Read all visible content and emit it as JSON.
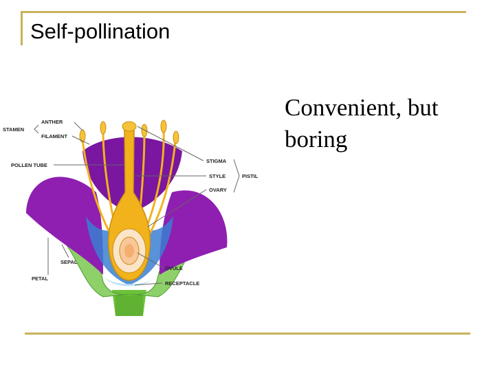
{
  "slide": {
    "title": "Self-pollination",
    "body": "Convenient, but boring"
  },
  "diagram": {
    "labels": {
      "stamen": "STAMEN",
      "anther": "ANTHER",
      "filament": "FILAMENT",
      "pollen_tube": "POLLEN TUBE",
      "stigma": "STIGMA",
      "style": "STYLE",
      "ovary": "OVARY",
      "pistil": "PISTIL",
      "sepal": "SEPAL",
      "petal": "PETAL",
      "ovule": "OVULE",
      "receptacle": "RECEPTACLE"
    }
  },
  "colors": {
    "accent_rule": "#c8b25a",
    "petal": "#8e1fb0",
    "stem": "#6dc23b",
    "pistil": "#f2b21c"
  }
}
